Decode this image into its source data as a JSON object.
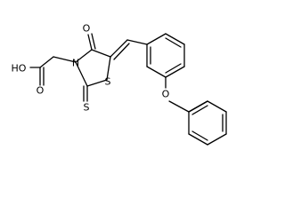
{
  "molecule": {
    "atom_labels": {
      "oxo": "O",
      "ring_nitrogen": "N",
      "ring_sulfur": "S",
      "thioxo": "S",
      "acid_hydroxyl": "HO",
      "acid_carbonyl": "O",
      "ether_oxygen": "O"
    }
  }
}
